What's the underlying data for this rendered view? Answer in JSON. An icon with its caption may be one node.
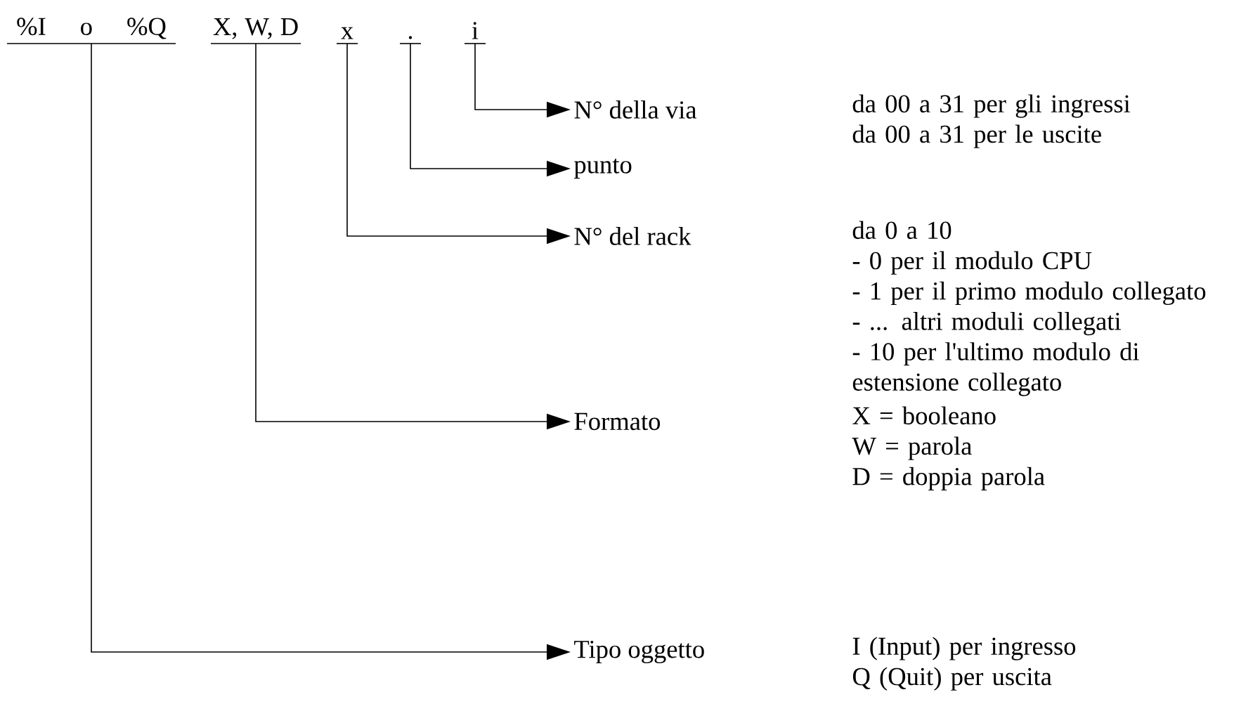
{
  "diagram": {
    "nodes": [
      {
        "text": [
          "%I o %Q"
        ]
      },
      {
        "text": [
          "X, W, D"
        ]
      },
      {
        "text": [
          "x"
        ]
      },
      {
        "text": [
          "."
        ]
      },
      {
        "text": [
          "i"
        ]
      },
      {
        "text": [
          "N° della via"
        ],
        "beside": [
          "da 00 a 31 per gli ingressi",
          "da 00 a 31 per le uscite"
        ]
      },
      {
        "text": [
          "punto"
        ]
      },
      {
        "text": [
          "N° del rack"
        ],
        "beside": [
          "da 0 a 10",
          "- 0 per il modulo CPU",
          "- 1 per il primo modulo collegato",
          "- ... altri moduli collegati",
          "- 10 per l'ultimo modulo di estensione collegato"
        ]
      },
      {
        "text": [
          "Formato"
        ],
        "beside": [
          "X = booleano",
          "W = parola",
          "D = doppia parola"
        ]
      },
      {
        "text": [
          "Tipo oggetto"
        ],
        "beside": [
          "I (Input) per ingresso",
          "Q (Quit) per uscita"
        ]
      }
    ],
    "edges": [
      {
        "from": 4,
        "to": 5,
        "arrow": "to"
      },
      {
        "from": 3,
        "to": 6,
        "arrow": "to"
      },
      {
        "from": 2,
        "to": 7,
        "arrow": "to"
      },
      {
        "from": 1,
        "to": 8,
        "arrow": "to"
      },
      {
        "from": 0,
        "to": 9,
        "arrow": "to"
      }
    ]
  }
}
